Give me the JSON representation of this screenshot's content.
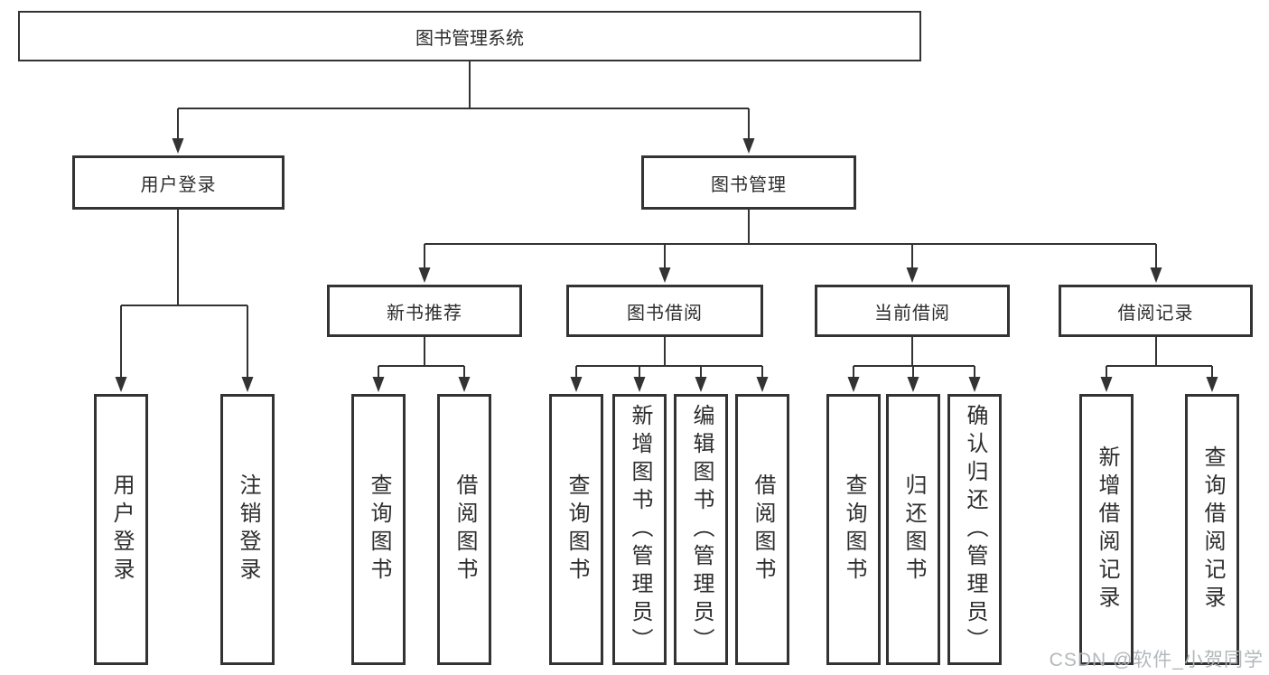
{
  "diagram": {
    "root": {
      "label": "图书管理系统"
    },
    "user_login": {
      "label": "用户登录",
      "children": [
        {
          "label": "用户登录"
        },
        {
          "label": "注销登录"
        }
      ]
    },
    "book_management": {
      "label": "图书管理",
      "groups": [
        {
          "label": "新书推荐",
          "children": [
            {
              "label": "查询图书"
            },
            {
              "label": "借阅图书"
            }
          ]
        },
        {
          "label": "图书借阅",
          "children": [
            {
              "label": "查询图书"
            },
            {
              "label": "新增图书（管理员）"
            },
            {
              "label": "编辑图书（管理员）"
            },
            {
              "label": "借阅图书"
            }
          ]
        },
        {
          "label": "当前借阅",
          "children": [
            {
              "label": "查询图书"
            },
            {
              "label": "归还图书"
            },
            {
              "label": "确认归还（管理员）"
            }
          ]
        },
        {
          "label": "借阅记录",
          "children": [
            {
              "label": "新增借阅记录"
            },
            {
              "label": "查询借阅记录"
            }
          ]
        }
      ]
    }
  },
  "watermark": {
    "text": "CSDN @软件_小贺同学"
  },
  "colors": {
    "background": "#ffffff",
    "box_fill": "#ffffff",
    "box_border": "#333333",
    "line": "#333333",
    "text": "#2d2d2d",
    "watermark": "#afb4b7"
  }
}
